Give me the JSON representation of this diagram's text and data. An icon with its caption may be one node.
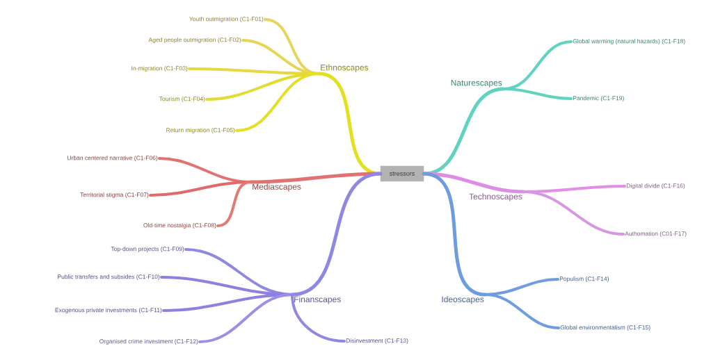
{
  "diagram": {
    "nodes": [
      {
        "text": [
          "stressors"
        ]
      },
      {
        "text": [
          "Ethnoscapes"
        ]
      },
      {
        "text": [
          "Youth outmigration (C1-F01)"
        ]
      },
      {
        "text": [
          "Aged people outmigration (C1-F02)"
        ]
      },
      {
        "text": [
          "In-migration (C1-F03)"
        ]
      },
      {
        "text": [
          "Tourism (C1-F04)"
        ]
      },
      {
        "text": [
          "Return migration (C1-F05)"
        ]
      },
      {
        "text": [
          "Naturescapes"
        ]
      },
      {
        "text": [
          "Global warming (natural hazards) (C1-F18)"
        ]
      },
      {
        "text": [
          "Pandemic (C1-F19)"
        ]
      },
      {
        "text": [
          "Mediascapes"
        ]
      },
      {
        "text": [
          "Urban centered narrative (C1-F06)"
        ]
      },
      {
        "text": [
          "Territorial stigma (C1-F07)"
        ]
      },
      {
        "text": [
          "Old-time nostalgia (C1-F08)"
        ]
      },
      {
        "text": [
          "Technoscapes"
        ]
      },
      {
        "text": [
          "Digital divide (C1-F16)"
        ]
      },
      {
        "text": [
          "Authomation (C01-F17)"
        ]
      },
      {
        "text": [
          "Finanscapes"
        ]
      },
      {
        "text": [
          "Top-down projects (C1-F09)"
        ]
      },
      {
        "text": [
          "Public transfers and subsides (C1-F10)"
        ]
      },
      {
        "text": [
          "Exogenous private investments (C1-F11)"
        ]
      },
      {
        "text": [
          "Organised crime investment (C1-F12)"
        ]
      },
      {
        "text": [
          "Disinvestment (C1-F13)"
        ]
      },
      {
        "text": [
          "Ideoscapes"
        ]
      },
      {
        "text": [
          "Populism (C1-F14)"
        ]
      },
      {
        "text": [
          "Global environmentalism (C1-F15)"
        ]
      }
    ],
    "edges": [
      {
        "from": 0,
        "to": 1,
        "arrow": "none",
        "color": "#e3e022"
      },
      {
        "from": 1,
        "to": 2,
        "arrow": "none",
        "color": "#e8d45a"
      },
      {
        "from": 1,
        "to": 3,
        "arrow": "none",
        "color": "#e6d550"
      },
      {
        "from": 1,
        "to": 4,
        "arrow": "none",
        "color": "#e6d840"
      },
      {
        "from": 1,
        "to": 5,
        "arrow": "none",
        "color": "#e3dc30"
      },
      {
        "from": 1,
        "to": 6,
        "arrow": "none",
        "color": "#e3df26"
      },
      {
        "from": 0,
        "to": 7,
        "arrow": "none",
        "color": "#5fd3bf"
      },
      {
        "from": 7,
        "to": 8,
        "arrow": "none",
        "color": "#5fd3bf"
      },
      {
        "from": 7,
        "to": 9,
        "arrow": "none",
        "color": "#5fd3bf"
      },
      {
        "from": 0,
        "to": 10,
        "arrow": "none",
        "color": "#e07272"
      },
      {
        "from": 10,
        "to": 11,
        "arrow": "none",
        "color": "#e07272"
      },
      {
        "from": 10,
        "to": 12,
        "arrow": "none",
        "color": "#e06a6a"
      },
      {
        "from": 10,
        "to": 13,
        "arrow": "none",
        "color": "#e07a72"
      },
      {
        "from": 0,
        "to": 14,
        "arrow": "none",
        "color": "#db8ee3"
      },
      {
        "from": 14,
        "to": 15,
        "arrow": "none",
        "color": "#e08ee6"
      },
      {
        "from": 14,
        "to": 16,
        "arrow": "none",
        "color": "#d696e0"
      },
      {
        "from": 0,
        "to": 17,
        "arrow": "none",
        "color": "#8f88e2"
      },
      {
        "from": 17,
        "to": 18,
        "arrow": "none",
        "color": "#8f88e2"
      },
      {
        "from": 17,
        "to": 19,
        "arrow": "none",
        "color": "#8f80e0"
      },
      {
        "from": 17,
        "to": 20,
        "arrow": "none",
        "color": "#8f80e0"
      },
      {
        "from": 17,
        "to": 21,
        "arrow": "none",
        "color": "#9a8ee6"
      },
      {
        "from": 17,
        "to": 22,
        "arrow": "none",
        "color": "#8f88e2"
      },
      {
        "from": 0,
        "to": 23,
        "arrow": "none",
        "color": "#6f9ce0"
      },
      {
        "from": 23,
        "to": 24,
        "arrow": "none",
        "color": "#6f9ce0"
      },
      {
        "from": 23,
        "to": 25,
        "arrow": "none",
        "color": "#6f9ce0"
      }
    ]
  }
}
